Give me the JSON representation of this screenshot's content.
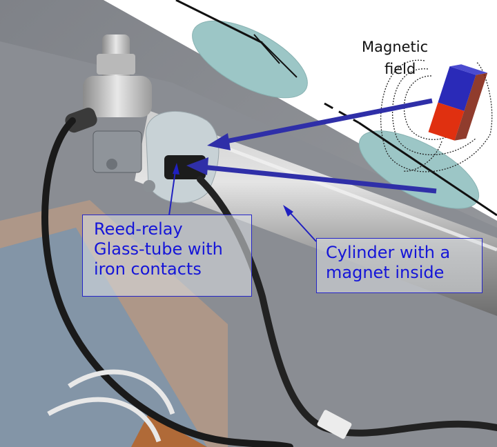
{
  "annotations": {
    "field": {
      "line1": "Magnetic",
      "line2": "field"
    },
    "reed_relay": {
      "line1": "Reed-relay",
      "line2": "Glass-tube with",
      "line3": "iron contacts"
    },
    "cylinder": {
      "line1": "Cylinder with a",
      "line2": "magnet inside"
    }
  },
  "colors": {
    "arrow": "#2f2fa8",
    "label_text": "#1515d8",
    "label_border": "#2424c8",
    "magnet_north": "#2a2ab8",
    "magnet_south": "#e03010",
    "disc": "#9cc6c6",
    "background_panel": "#8c9096"
  }
}
